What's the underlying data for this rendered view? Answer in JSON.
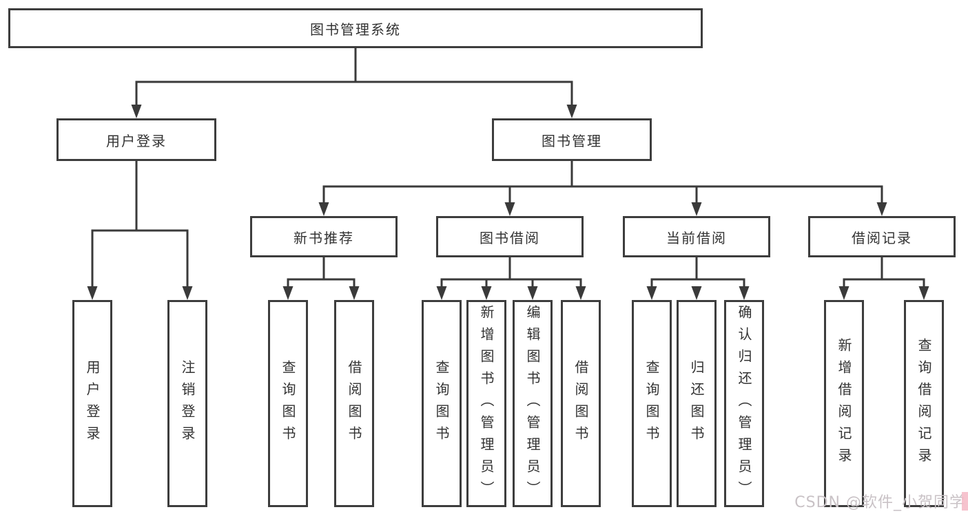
{
  "diagram": {
    "root": "图书管理系统",
    "branches": {
      "user_login": "用户登录",
      "book_mgmt": "图书管理"
    },
    "modules": {
      "new_books": "新书推荐",
      "borrowing": "图书借阅",
      "current": "当前借阅",
      "records": "借阅记录"
    },
    "leaves": {
      "user_login": [
        "用户登录",
        "注销登录"
      ],
      "new_books": [
        "查询图书",
        "借阅图书"
      ],
      "borrowing": [
        "查询图书",
        "新增图书（管理员）",
        "编辑图书（管理员）",
        "借阅图书"
      ],
      "current": [
        "查询图书",
        "归还图书",
        "确认归还（管理员）"
      ],
      "records": [
        "新增借阅记录",
        "查询借阅记录"
      ]
    }
  },
  "watermark": "CSDN @软件_小贺同学",
  "colors": {
    "line": "#3a3a3a",
    "border": "#3d3d3d",
    "text": "#333333",
    "watermark_gray": "#c9c2c6",
    "watermark_pink": "#f5b9c6",
    "background": "#ffffff"
  }
}
